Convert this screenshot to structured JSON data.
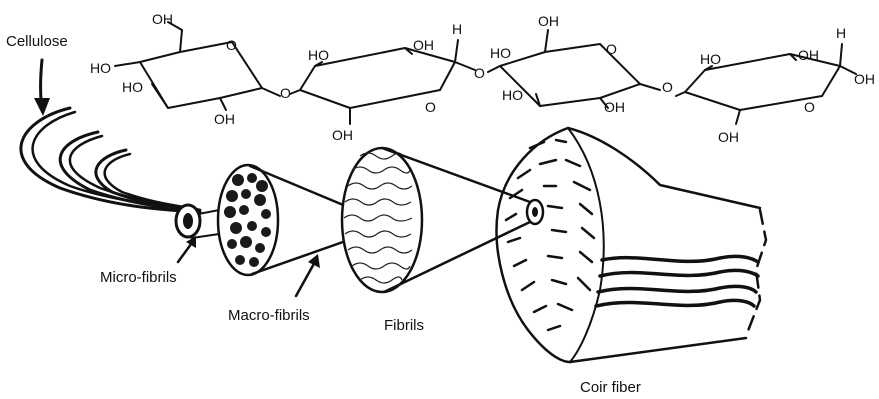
{
  "labels": {
    "cellulose": "Cellulose",
    "micro_fibrils": "Micro-fibrils",
    "macro_fibrils": "Macro-fibrils",
    "fibrils": "Fibrils",
    "coir_fiber": "Coir fiber"
  },
  "chemistry": {
    "oh": "OH",
    "ho": "HO",
    "o": "O",
    "h": "H"
  }
}
